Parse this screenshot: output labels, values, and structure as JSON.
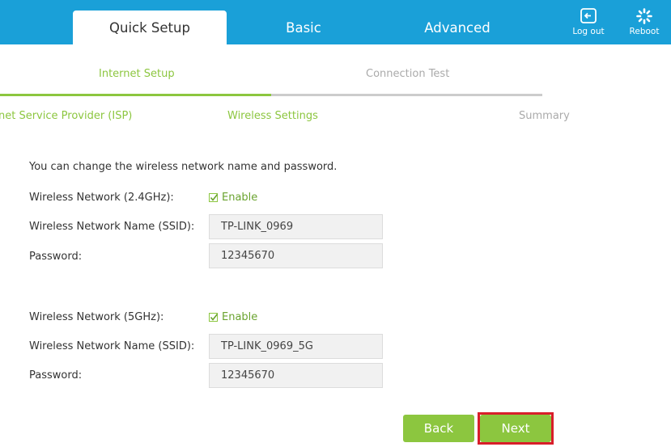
{
  "tabs": [
    {
      "label": "Quick Setup",
      "active": true
    },
    {
      "label": "Basic",
      "active": false
    },
    {
      "label": "Advanced",
      "active": false
    }
  ],
  "top_actions": {
    "logout": {
      "label": "Log out",
      "icon": "logout-icon"
    },
    "reboot": {
      "label": "Reboot",
      "icon": "reboot-icon"
    }
  },
  "steps": {
    "main": [
      "Internet Setup",
      "Connection Test"
    ],
    "sub": [
      "net Service Provider (ISP)",
      "Wireless Settings",
      "Summary"
    ],
    "progress_fraction": 0.5
  },
  "form": {
    "intro": "You can change the wireless network name and password.",
    "band_24": {
      "label": "Wireless Network (2.4GHz):",
      "enable_label": "Enable",
      "enabled": true,
      "ssid_label": "Wireless Network Name (SSID):",
      "ssid_value": "TP-LINK_0969",
      "password_label": "Password:",
      "password_value": "12345670"
    },
    "band_5": {
      "label": "Wireless Network (5GHz):",
      "enable_label": "Enable",
      "enabled": true,
      "ssid_label": "Wireless Network Name (SSID):",
      "ssid_value": "TP-LINK_0969_5G",
      "password_label": "Password:",
      "password_value": "12345670"
    }
  },
  "buttons": {
    "back": "Back",
    "next": "Next"
  },
  "colors": {
    "topbar": "#1aa0d8",
    "accent_green": "#8cc63f",
    "highlight_red": "#d81e2a"
  }
}
